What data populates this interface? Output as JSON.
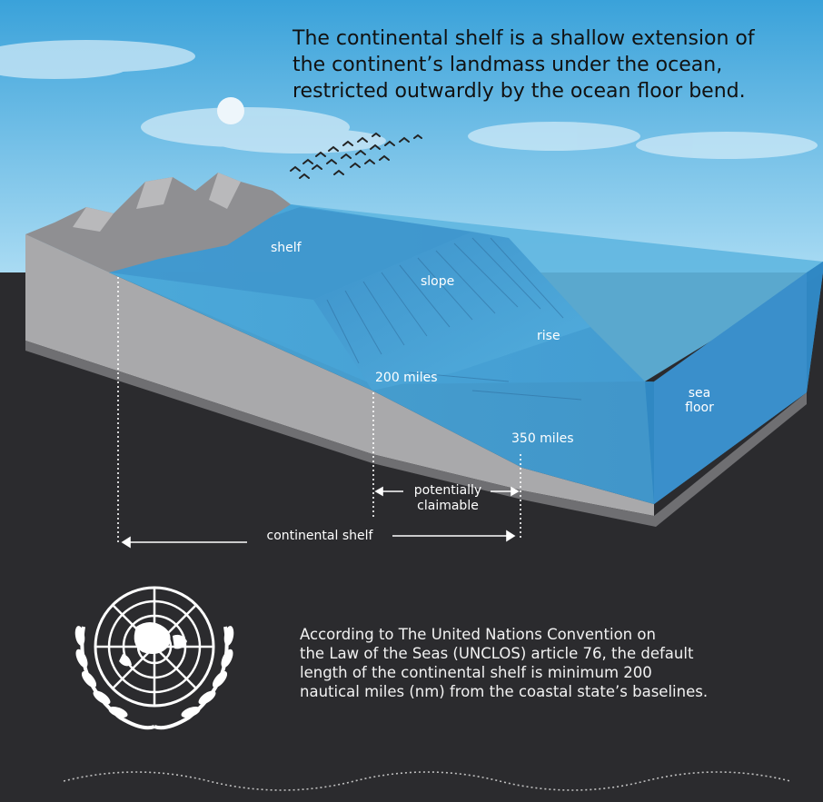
{
  "intro_text": [
    "The continental shelf is a shallow extension of",
    "the continent’s landmass under the ocean,",
    "restricted outwardly by the ocean floor bend."
  ],
  "zones": {
    "shelf": "shelf",
    "slope": "slope",
    "rise": "rise",
    "sea_floor": [
      "sea",
      "floor"
    ]
  },
  "markers": {
    "m200": "200 miles",
    "m350": "350 miles"
  },
  "potentially_claimable": [
    "potentially",
    "claimable"
  ],
  "continental_shelf_label": "continental shelf",
  "unclos_text": [
    "According to The United Nations Convention on",
    "the Law of the Seas (UNCLOS) article 76, the default",
    "length of the continental shelf is minimum 200",
    "nautical miles (nm) from the coastal state’s baselines."
  ],
  "colors": {
    "sky_top": "#3aa2da",
    "sky_bottom": "#a9dbf3",
    "ocean": "#4aa6d8",
    "ocean_side": "#2f86c2",
    "ground": "#a9a9ab",
    "background": "#2b2b2e"
  }
}
